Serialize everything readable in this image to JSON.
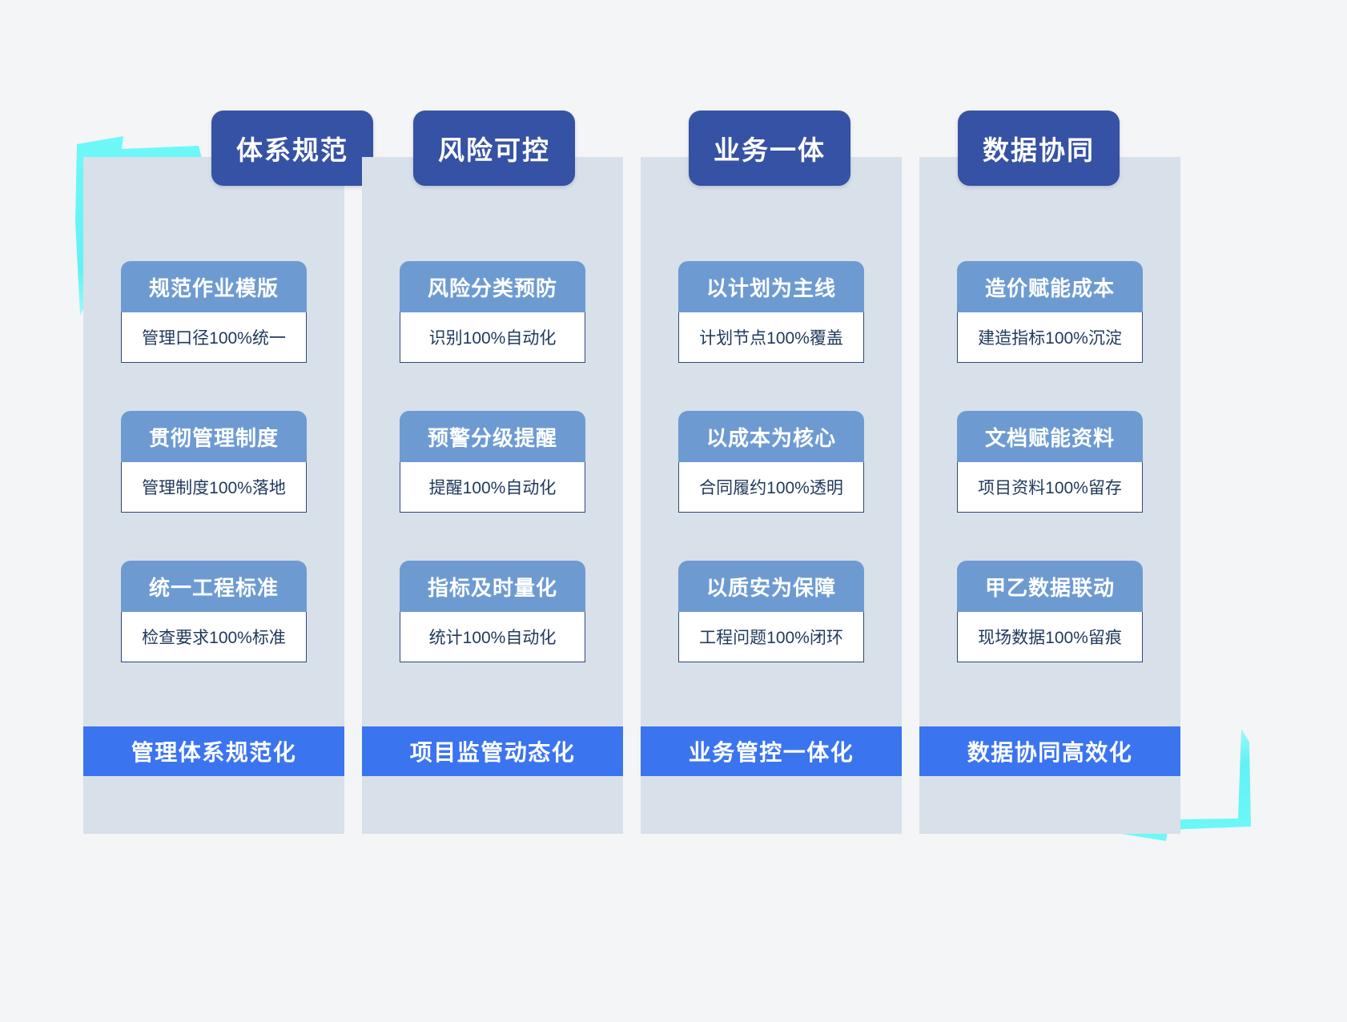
{
  "theme": {
    "page_background": "#f4f5f6",
    "pill_blue": "#3652a4",
    "column_background": "#d8e0ea",
    "card_header_blue": "#6d9bd1",
    "card_body_background": "#ffffff",
    "card_body_border": "#2d4a72",
    "footer_blue": "#3b74ef",
    "accent_cyan": "#6ef4f4"
  },
  "accents": [
    {
      "name": "top-left-bracket",
      "shape": "corner-bracket"
    },
    {
      "name": "bottom-right-bracket",
      "shape": "corner-bracket"
    }
  ],
  "columns": [
    {
      "pill_label": "体系规范",
      "footer_label": "管理体系规范化",
      "cards": [
        {
          "title": "规范作业模版",
          "detail": "管理口径100%统一"
        },
        {
          "title": "贯彻管理制度",
          "detail": "管理制度100%落地"
        },
        {
          "title": "统一工程标准",
          "detail": "检查要求100%标准"
        }
      ]
    },
    {
      "pill_label": "风险可控",
      "footer_label": "项目监管动态化",
      "cards": [
        {
          "title": "风险分类预防",
          "detail": "识别100%自动化"
        },
        {
          "title": "预警分级提醒",
          "detail": "提醒100%自动化"
        },
        {
          "title": "指标及时量化",
          "detail": "统计100%自动化"
        }
      ]
    },
    {
      "pill_label": "业务一体",
      "footer_label": "业务管控一体化",
      "cards": [
        {
          "title": "以计划为主线",
          "detail": "计划节点100%覆盖"
        },
        {
          "title": "以成本为核心",
          "detail": "合同履约100%透明"
        },
        {
          "title": "以质安为保障",
          "detail": "工程问题100%闭环"
        }
      ]
    },
    {
      "pill_label": "数据协同",
      "footer_label": "数据协同高效化",
      "cards": [
        {
          "title": "造价赋能成本",
          "detail": "建造指标100%沉淀"
        },
        {
          "title": "文档赋能资料",
          "detail": "项目资料100%留存"
        },
        {
          "title": "甲乙数据联动",
          "detail": "现场数据100%留痕"
        }
      ]
    }
  ]
}
